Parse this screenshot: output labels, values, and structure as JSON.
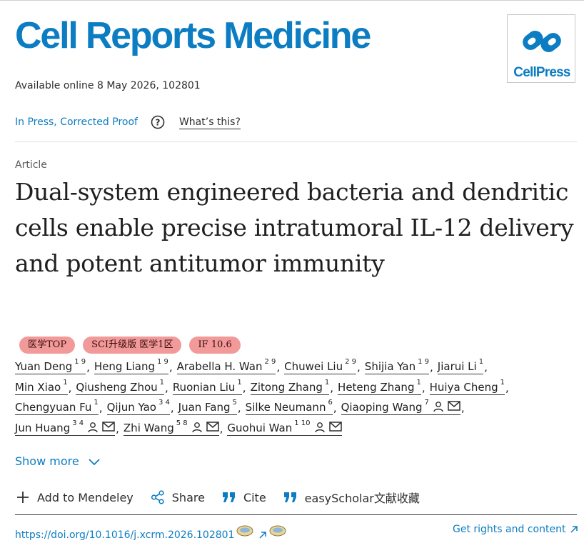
{
  "journal": {
    "name": "Cell Reports Medicine",
    "publisher_logo_text": "CellPress"
  },
  "availability": "Available online 8 May 2026, 102801",
  "status": {
    "label": "In Press, Corrected Proof",
    "help_icon": "question-circle-icon",
    "whats_this": "What’s this?"
  },
  "article": {
    "type": "Article",
    "title": "Dual-system engineered bacteria and dendritic cells enable precise intratumoral IL-12 delivery and potent antitumor immunity"
  },
  "badges": [
    "医学TOP",
    "SCI升级版 医学1区",
    "IF 10.6"
  ],
  "author_rows": [
    [
      {
        "name": "Yuan Deng",
        "sup": "1 9"
      },
      {
        "name": "Heng Liang",
        "sup": "1 9"
      },
      {
        "name": "Arabella H. Wan",
        "sup": "2 9"
      },
      {
        "name": "Chuwei Liu",
        "sup": "2 9"
      },
      {
        "name": "Shijia Yan",
        "sup": "1 9"
      },
      {
        "name": "Jiarui Li",
        "sup": "1"
      }
    ],
    [
      {
        "name": "Min Xiao",
        "sup": "1"
      },
      {
        "name": "Qiusheng Zhou",
        "sup": "1"
      },
      {
        "name": "Ruonian Liu",
        "sup": "1"
      },
      {
        "name": "Zitong Zhang",
        "sup": "1"
      },
      {
        "name": "Heteng Zhang",
        "sup": "1"
      },
      {
        "name": "Huiya Cheng",
        "sup": "1"
      }
    ],
    [
      {
        "name": "Chengyuan Fu",
        "sup": "1"
      },
      {
        "name": "Qijun Yao",
        "sup": "3 4"
      },
      {
        "name": "Juan Fang",
        "sup": "5"
      },
      {
        "name": "Silke Neumann",
        "sup": "6"
      },
      {
        "name": "Qiaoping Wang",
        "sup": "7"
      }
    ],
    [
      {
        "name": "Jun Huang",
        "sup": "3 4"
      },
      {
        "name": "Zhi Wang",
        "sup": "5 8"
      },
      {
        "name": "Guohui Wan",
        "sup": "1 10"
      }
    ]
  ],
  "show_more": "Show more",
  "actions": {
    "mendeley": "Add to Mendeley",
    "share": "Share",
    "cite": "Cite",
    "easyscholar": "easyScholar文献收藏"
  },
  "doi": "https://doi.org/10.1016/j.xcrm.2026.102801",
  "rights": "Get rights and content",
  "colors": {
    "brand_blue": "#0c7dc2",
    "badge_pink": "#f29a9a"
  }
}
